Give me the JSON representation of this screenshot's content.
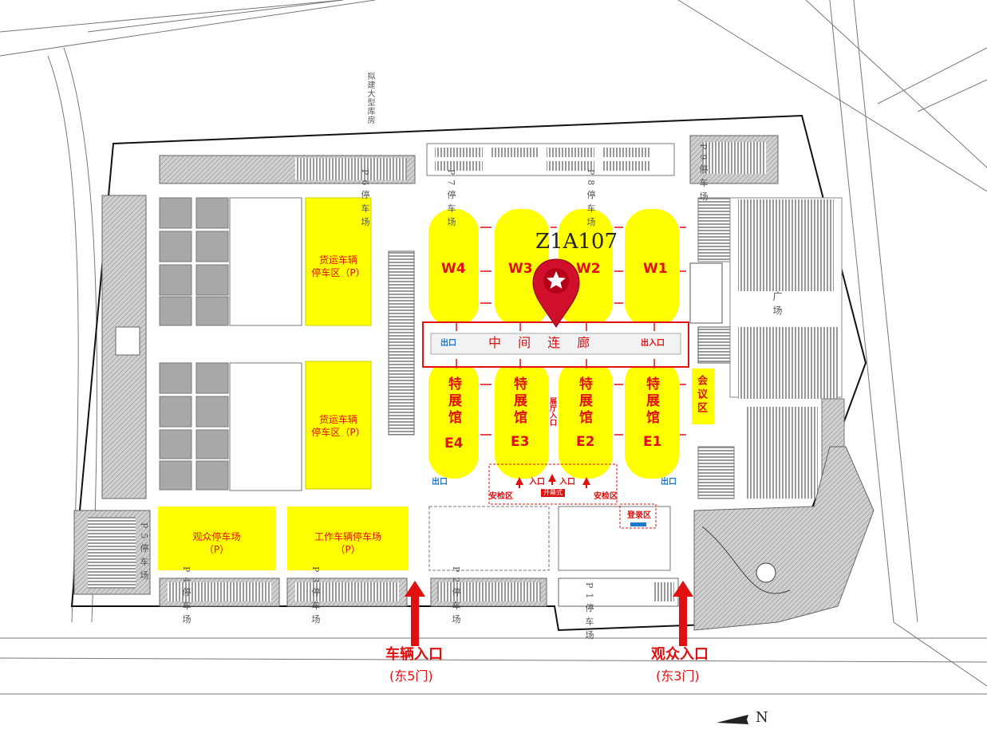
{
  "booth": {
    "code": "Z1A107"
  },
  "halls_west": [
    "W4",
    "W3",
    "W2",
    "W1"
  ],
  "halls_east": [
    {
      "name": "特展馆",
      "code": "E4"
    },
    {
      "name": "特展馆",
      "code": "E3"
    },
    {
      "name": "特展馆",
      "code": "E2"
    },
    {
      "name": "特展馆",
      "code": "E1"
    }
  ],
  "corridor": {
    "label": "中 间 连 廊",
    "exit_left": "出口",
    "exit_right": "出入口"
  },
  "meeting": "会议区",
  "freight_parking": {
    "line1": "货运车辆",
    "line2": "停车区（P）"
  },
  "visitor_parking": {
    "line1": "观众停车场",
    "line2": "（P）"
  },
  "staff_parking": {
    "line1": "工作车辆停车场",
    "line2": "（P）"
  },
  "bottom_labels": {
    "exit_left": "出口",
    "exit_right": "出口",
    "entrance1": "入口",
    "entrance2": "入口",
    "opening": "开幕式",
    "security_left": "安检区",
    "security_right": "安检区",
    "register": "登录区",
    "hall_entrance": "展厅入口"
  },
  "gates": {
    "vehicle": {
      "title": "车辆入口",
      "sub": "(东5门)"
    },
    "visitor": {
      "title": "观众入口",
      "sub": "(东3门)"
    }
  },
  "lots": {
    "p6": "P6停车场",
    "p7": "P7停车场",
    "p8": "P8停车场",
    "p9": "P9停车场",
    "p1": "P1停车场",
    "p2": "P2停车场",
    "p3": "P3停车场",
    "p4": "P4停车场",
    "p5": "P5停车场",
    "square": "广场",
    "building": "拟建大型库房"
  },
  "north": "N",
  "colors": {
    "hall": "#ffff00",
    "accent": "#e01010",
    "blue": "#1a78d0",
    "parking": "#9a9a9a"
  }
}
